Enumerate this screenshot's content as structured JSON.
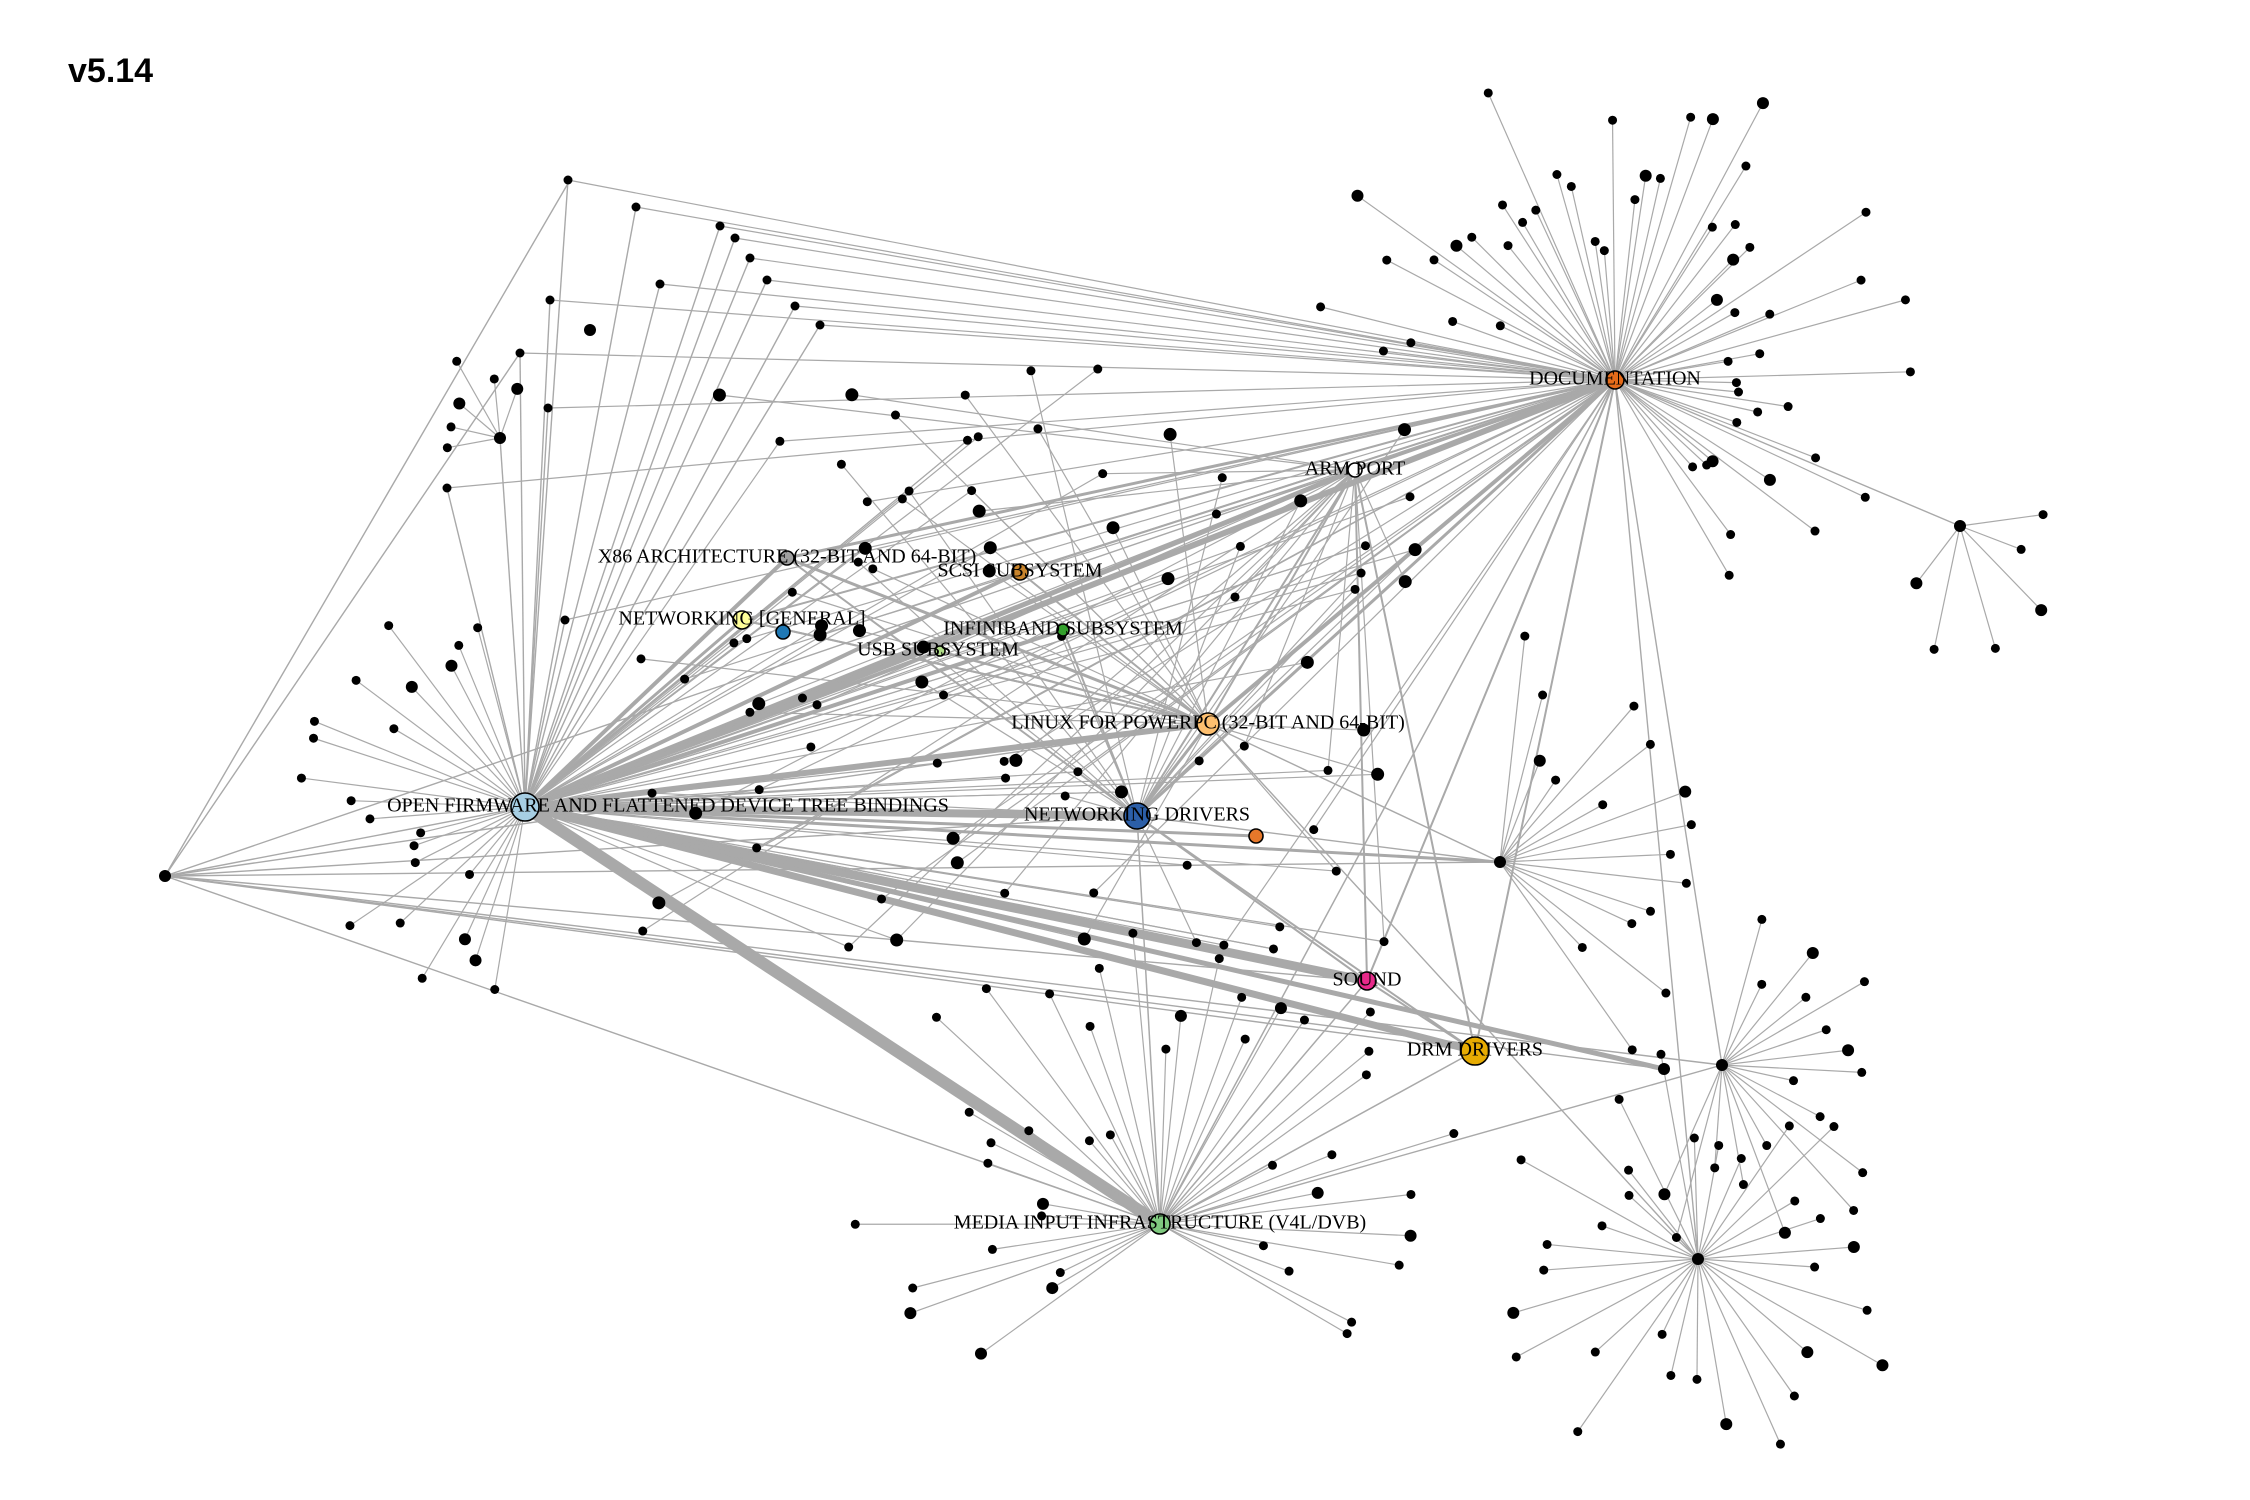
{
  "title": "v5.14",
  "colors": {
    "edge": "#a9a9a9",
    "small_node": "#000000"
  },
  "named_nodes": [
    {
      "id": "doc",
      "label": "DOCUMENTATION",
      "color": "#e56b1a"
    },
    {
      "id": "arm",
      "label": "ARM PORT",
      "color": "#ffffff"
    },
    {
      "id": "x86",
      "label": "X86 ARCHITECTURE (32-BIT AND 64-BIT)",
      "color": "#9f9f9f"
    },
    {
      "id": "scsi",
      "label": "SCSI SUBSYSTEM",
      "color": "#c8842c"
    },
    {
      "id": "netgen",
      "label": "NETWORKING [GENERAL]",
      "color": "#ffff99"
    },
    {
      "id": "ib",
      "label": "INFINIBAND SUBSYSTEM",
      "color": "#33a02c"
    },
    {
      "id": "usb",
      "label": "USB SUBSYSTEM",
      "color": "#b2df8a"
    },
    {
      "id": "ppc",
      "label": "LINUX FOR POWERPC (32-BIT AND 64-BIT)",
      "color": "#fdbf6f"
    },
    {
      "id": "of",
      "label": "OPEN FIRMWARE AND FLATTENED DEVICE TREE BINDINGS",
      "color": "#a6cee3"
    },
    {
      "id": "netdrv",
      "label": "NETWORKING DRIVERS",
      "color": "#2c5fa8"
    },
    {
      "id": "sound",
      "label": "SOUND",
      "color": "#e7298a"
    },
    {
      "id": "drm",
      "label": "DRM DRIVERS",
      "color": "#e6ab02"
    },
    {
      "id": "media",
      "label": "MEDIA INPUT INFRASTRUCTURE (V4L/DVB)",
      "color": "#7fc97f"
    },
    {
      "id": "blue2",
      "label": "",
      "color": "#1f78b4"
    },
    {
      "id": "orange2",
      "label": "",
      "color": "#e6782a"
    }
  ]
}
